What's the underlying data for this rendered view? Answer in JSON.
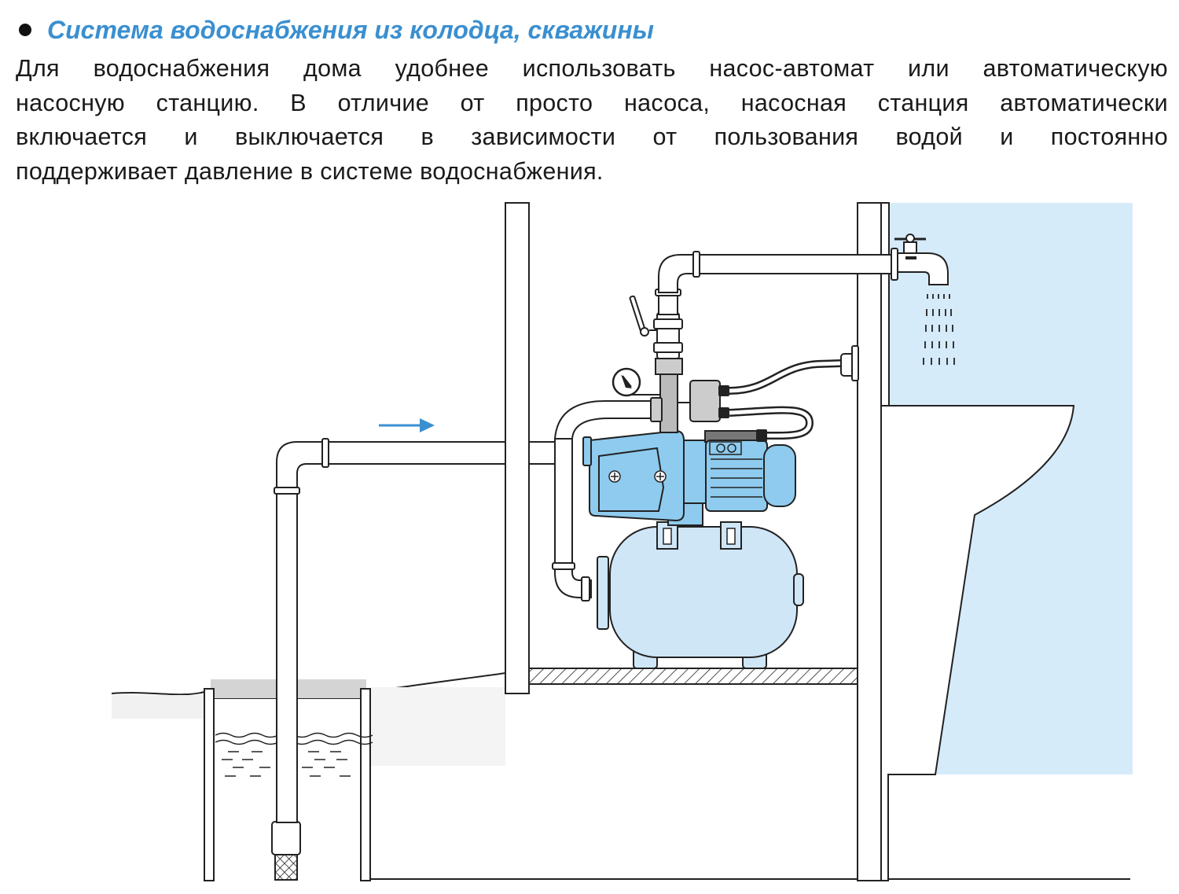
{
  "heading": "Система водоснабжения из колодца, скважины",
  "paragraph_lines": [
    "Для водоснабжения дома удобнее использовать насос-автомат или автоматическую",
    "насосную станцию. В отличие от просто насоса, насосная станция автоматически",
    "включается и выключается в зависимости от пользования водой и постоянно",
    "поддерживает давление в системе водоснабжения."
  ],
  "colors": {
    "heading": "#3a8fd0",
    "pump_blue": "#8ecbee",
    "tank_blue": "#cfe6f7",
    "wall_blue": "#d6ebfa",
    "flow_arrow": "#3a8fd0",
    "line": "#222222"
  },
  "icons": {
    "flow_arrow": "arrow-right-icon",
    "pressure_gauge": "gauge-icon",
    "faucet": "faucet-icon"
  }
}
